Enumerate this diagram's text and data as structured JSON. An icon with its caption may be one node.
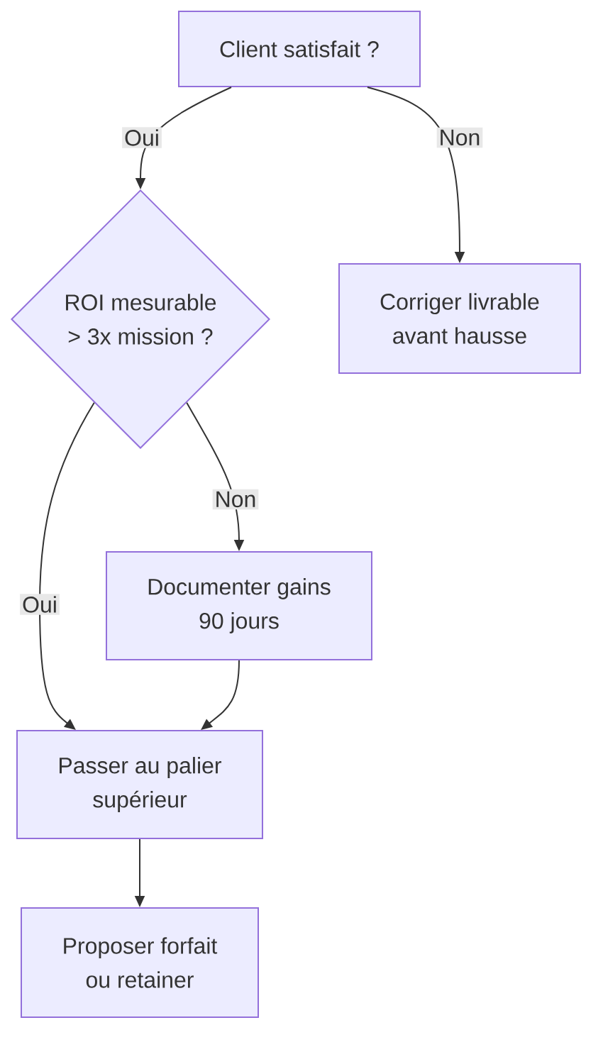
{
  "diagram": {
    "nodes": [
      {
        "text": [
          "Client satisfait ?"
        ]
      },
      {
        "text": [
          "ROI mesurable > 3x mission ?"
        ]
      },
      {
        "text": [
          "Corriger livrable avant hausse"
        ]
      },
      {
        "text": [
          "Documenter gains 90 jours"
        ]
      },
      {
        "text": [
          "Passer au palier supérieur"
        ]
      },
      {
        "text": [
          "Proposer forfait ou retainer"
        ]
      }
    ],
    "edges": [
      {
        "from": 0,
        "to": 1,
        "label": "Oui",
        "arrow": "to"
      },
      {
        "from": 0,
        "to": 2,
        "label": "Non",
        "arrow": "to"
      },
      {
        "from": 1,
        "to": 4,
        "label": "Oui",
        "arrow": "to"
      },
      {
        "from": 1,
        "to": 3,
        "label": "Non",
        "arrow": "to"
      },
      {
        "from": 3,
        "to": 4,
        "arrow": "to"
      },
      {
        "from": 4,
        "to": 5,
        "arrow": "to"
      }
    ]
  }
}
